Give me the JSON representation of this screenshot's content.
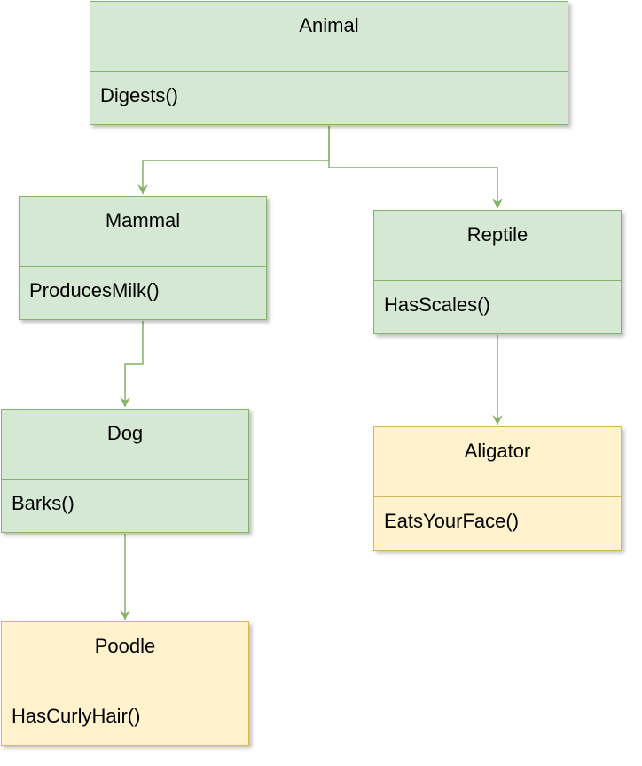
{
  "colors": {
    "green_fill": "#d5e8d4",
    "green_stroke": "#82b366",
    "yellow_fill": "#fff2cc",
    "yellow_stroke": "#d6b656",
    "connector": "#82b366"
  },
  "classes": {
    "animal": {
      "name": "Animal",
      "method": "Digests()",
      "style": "green"
    },
    "mammal": {
      "name": "Mammal",
      "method": "ProducesMilk()",
      "style": "green"
    },
    "reptile": {
      "name": "Reptile",
      "method": "HasScales()",
      "style": "green"
    },
    "dog": {
      "name": "Dog",
      "method": "Barks()",
      "style": "green"
    },
    "aligator": {
      "name": "Aligator",
      "method": "EatsYourFace()",
      "style": "yellow"
    },
    "poodle": {
      "name": "Poodle",
      "method": "HasCurlyHair()",
      "style": "yellow"
    }
  },
  "edges": [
    {
      "from": "Animal",
      "to": "Mammal"
    },
    {
      "from": "Animal",
      "to": "Reptile"
    },
    {
      "from": "Mammal",
      "to": "Dog"
    },
    {
      "from": "Reptile",
      "to": "Aligator"
    },
    {
      "from": "Dog",
      "to": "Poodle"
    }
  ]
}
